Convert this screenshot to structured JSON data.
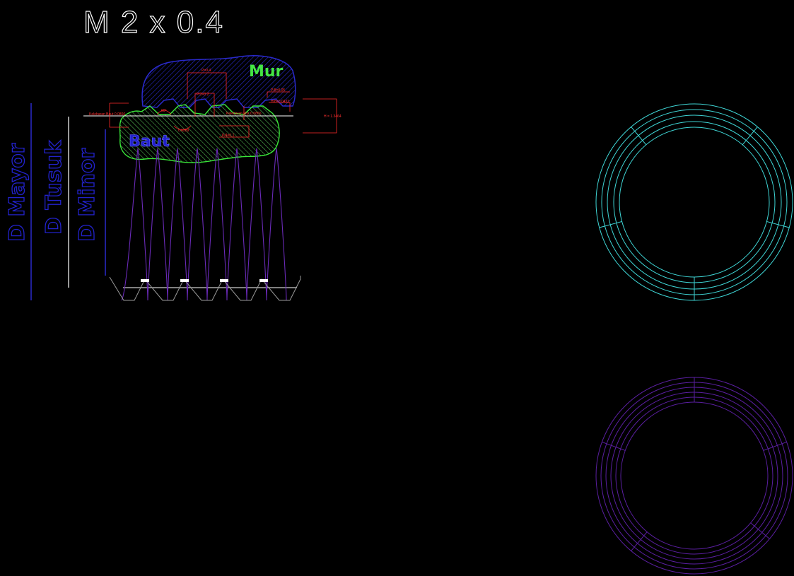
{
  "drawing": {
    "title": "M 2 x 0.4",
    "labels": {
      "d_major": "D Mayor",
      "d_pitch": "D Tusuk",
      "d_minor": "D Minor",
      "nut": "Mur",
      "bolt": "Baut"
    },
    "dimensions": {
      "height": "H = 1.3464",
      "pitch": "P=0.4",
      "half_pitch": "P/2=0.2",
      "top_flat": "P/8=0.05",
      "nut_clearance": "H/8=0.0433",
      "bolt_root": "P/4=0.1",
      "angle": "60°",
      "left_flank": "Kelebaran Baut 0.0866",
      "right_flank": "Kelebaran Mur 0.0866",
      "radius": "0.0289"
    },
    "colors": {
      "nut_outline": "#2a2acc",
      "nut_hatch": "#2a2acc",
      "bolt_outline": "#39e639",
      "bolt_hatch": "#6ad06a",
      "dimension": "#ff2a2a",
      "thread_profile": "#6a2ab8",
      "circle_top": "#3fd6d6",
      "circle_bottom": "#5a1fa0"
    }
  }
}
